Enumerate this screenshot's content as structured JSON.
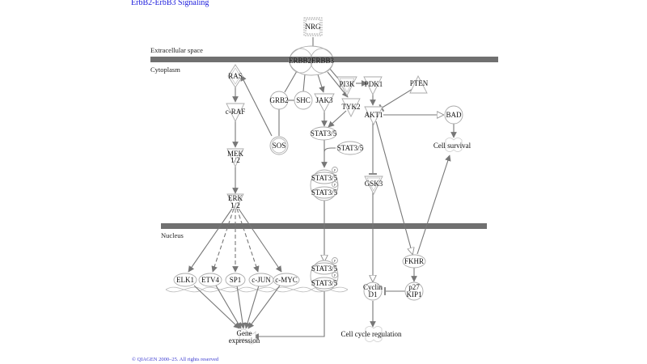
{
  "title": "ErbB2-ErbB3 Signaling",
  "copyright": "© QIAGEN 2000–25. All rights reserved",
  "compartments": {
    "extracellular": "Extracellular space",
    "cytoplasm": "Cytoplasm",
    "nucleus": "Nucleus"
  },
  "colors": {
    "membrane": "#707070",
    "edge": "#777777",
    "node_stroke": "#aaaaaa",
    "title": "#1a1adc"
  },
  "nodes": {
    "nrg": "NRG",
    "erbb2": "ERBB2",
    "erbb3": "ERBB3",
    "ras": "RAS",
    "craf": "c-RAF",
    "mek": [
      "MEK",
      "1/2"
    ],
    "erk": [
      "ERK",
      "1/2"
    ],
    "grb2": "GRB2",
    "shc": "SHC",
    "sos": "SOS",
    "jak3": "JAK3",
    "tyk2": "TYK2",
    "pi3k": "PI3K",
    "pdk1": "PDK1",
    "pten": "PTEN",
    "akt1": "AKT1",
    "bad": "BAD",
    "gsk3": "GSK3",
    "stat35_a": "STAT3/5",
    "stat35_b": "STAT3/5",
    "stat35_dimer_top": "STAT3/5",
    "stat35_dimer_bottom": "STAT3/5",
    "stat35_nuc_top": "STAT3/5",
    "stat35_nuc_bottom": "STAT3/5",
    "phospho": "P",
    "elk1": "ELK1",
    "etv4": "ETV4",
    "sp1": "SP1",
    "cjun": "c-JUN",
    "cmyc": "c-MYC",
    "fkhr": "FKHR",
    "cyclin": [
      "Cyclin",
      "D1"
    ],
    "p27": [
      "p27",
      "KIP1"
    ],
    "gene_expression": [
      "Gene",
      "expression"
    ],
    "cell_survival": "Cell survival",
    "cell_cycle": "Cell cycle regulation"
  }
}
